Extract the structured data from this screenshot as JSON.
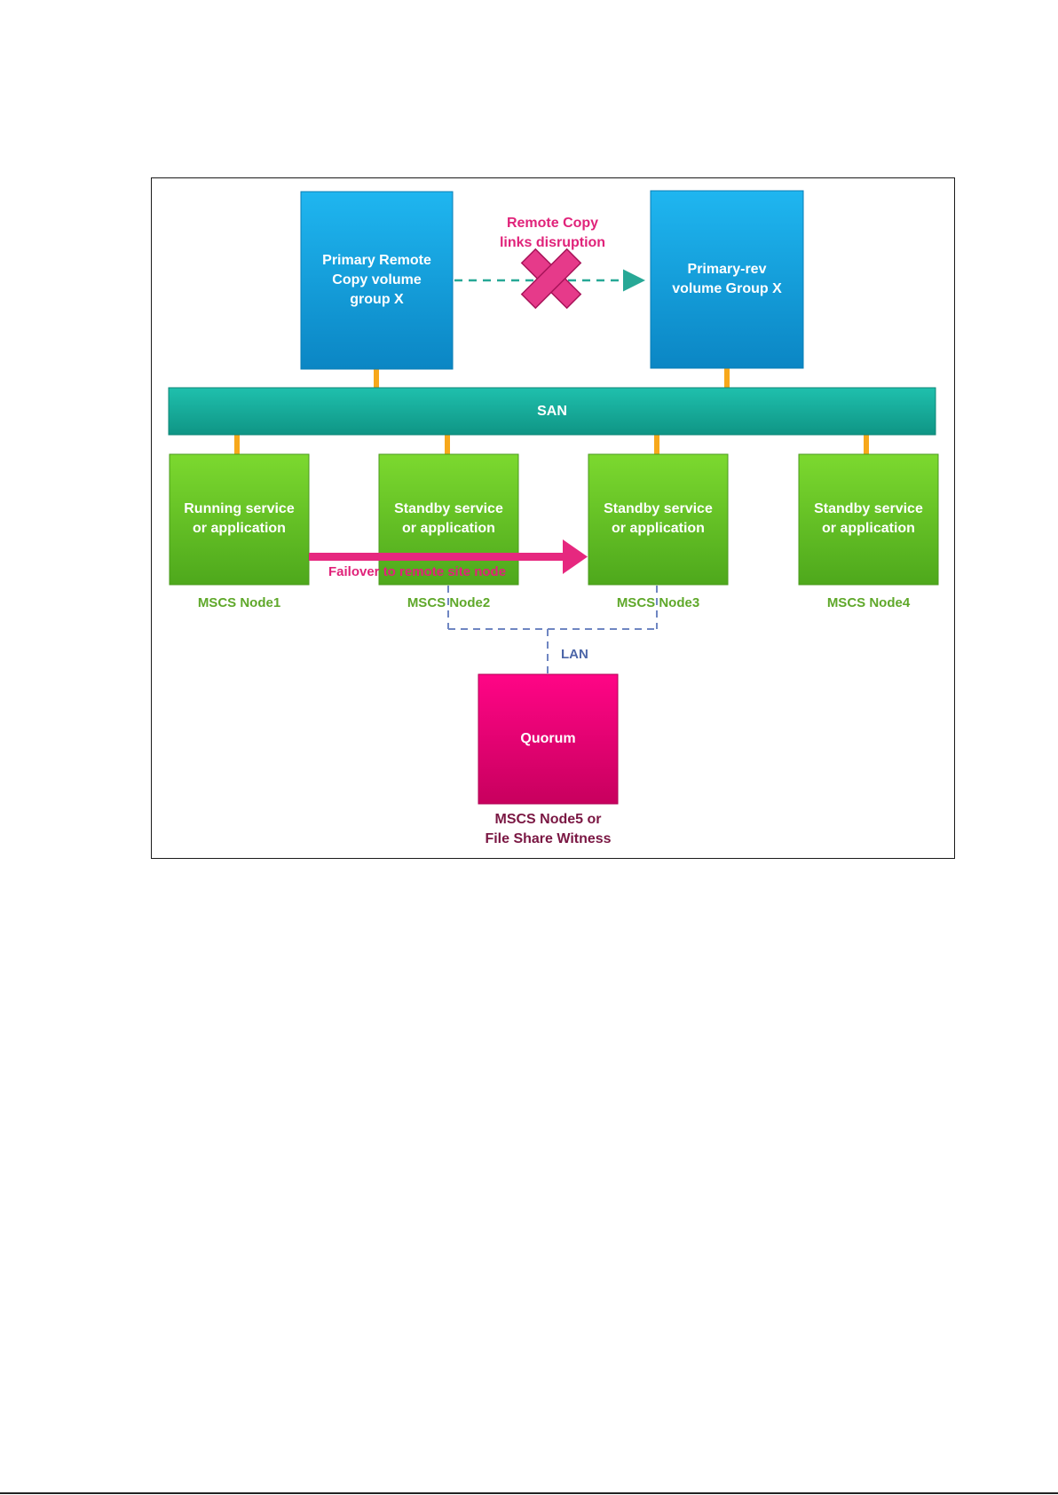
{
  "diagram": {
    "storage": {
      "primary_label": "Primary Remote\nCopy volume\ngroup X",
      "secondary_label": "Primary-rev\nvolume Group X"
    },
    "remote_copy_label": "Remote Copy\nlinks disruption",
    "san_label": "SAN",
    "nodes": [
      {
        "label": "Running service\nor application",
        "caption": "MSCS Node1"
      },
      {
        "label": "Standby service\nor application",
        "caption": "MSCS Node2"
      },
      {
        "label": "Standby service\nor application",
        "caption": "MSCS Node3"
      },
      {
        "label": "Standby service\nor application",
        "caption": "MSCS Node4"
      }
    ],
    "failover_label": "Failover to remote site node",
    "lan_label": "LAN",
    "quorum_label": "Quorum",
    "quorum_caption": "MSCS Node5 or\nFile Share Witness"
  },
  "colors": {
    "storage_blue": "#17a0dc",
    "san_teal": "#16a594",
    "node_green": "#6cc92a",
    "quorum_magenta": "#e8007a",
    "connector_orange": "#f7a81b",
    "failover_magenta": "#e6287f",
    "lan_blue": "#6f86c2",
    "remote_link_teal": "#27a896"
  }
}
